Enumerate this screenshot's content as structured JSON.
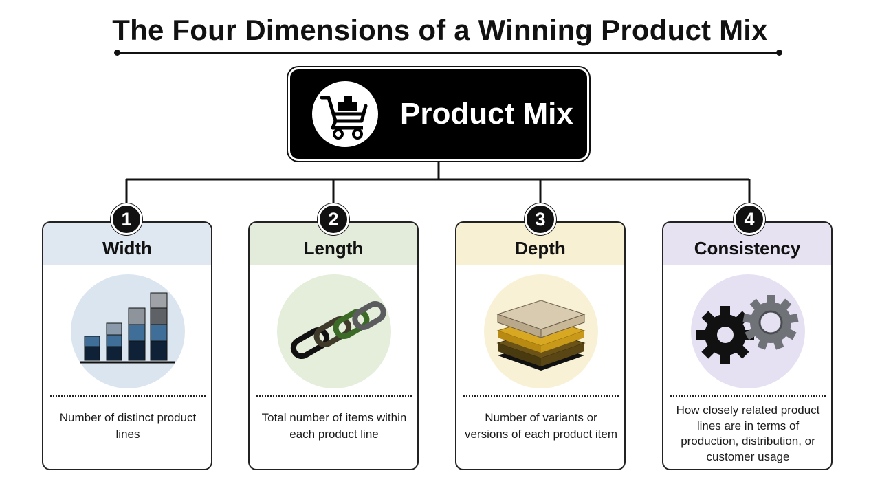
{
  "title": "The Four Dimensions of a Winning Product Mix",
  "root": {
    "label": "Product Mix",
    "icon": "shopping-cart-icon"
  },
  "dimensions": [
    {
      "number": "1",
      "title": "Width",
      "description": "Number of distinct product lines",
      "header_color": "#dfe8f1",
      "circle_color": "#dbe5ef",
      "icon": "bar-chart-icon"
    },
    {
      "number": "2",
      "title": "Length",
      "description": "Total number of items within each product line",
      "header_color": "#e3ecda",
      "circle_color": "#e4eedb",
      "icon": "chain-links-icon"
    },
    {
      "number": "3",
      "title": "Depth",
      "description": "Number of variants or versions of each product item",
      "header_color": "#f8f0d3",
      "circle_color": "#f9f1d6",
      "icon": "stacked-layers-icon"
    },
    {
      "number": "4",
      "title": "Consistency",
      "description": "How closely related product lines are in terms of production, distribution, or customer usage",
      "header_color": "#e6e2f2",
      "circle_color": "#e5e1f2",
      "icon": "gears-icon"
    }
  ]
}
